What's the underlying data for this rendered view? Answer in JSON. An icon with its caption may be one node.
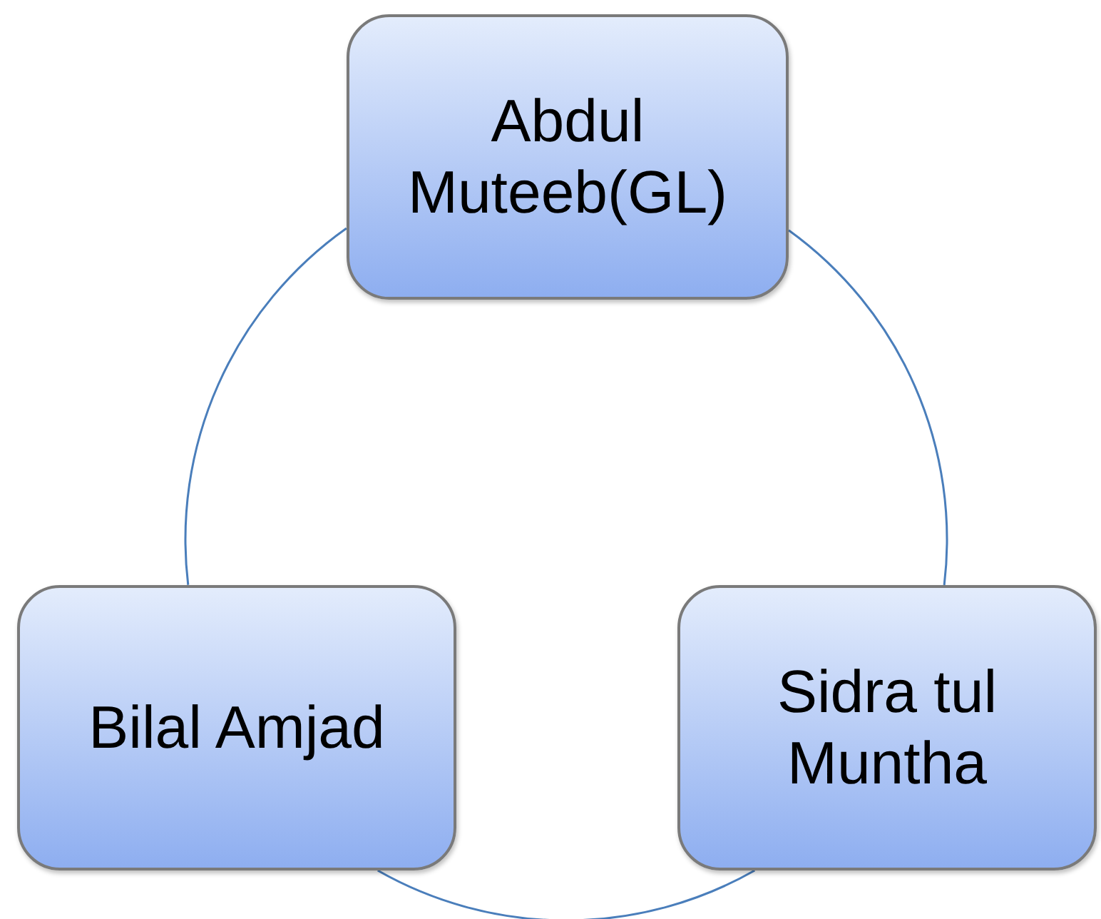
{
  "diagram": {
    "nodes": [
      {
        "text": [
          "Abdul Muteeb(GL)"
        ]
      },
      {
        "text": [
          "Bilal Amjad"
        ]
      },
      {
        "text": [
          "Sidra tul Muntha"
        ]
      }
    ],
    "edges": [
      {
        "from": 0,
        "to": 2,
        "arrow": "none"
      },
      {
        "from": 2,
        "to": 1,
        "arrow": "none"
      },
      {
        "from": 1,
        "to": 0,
        "arrow": "none"
      }
    ]
  }
}
